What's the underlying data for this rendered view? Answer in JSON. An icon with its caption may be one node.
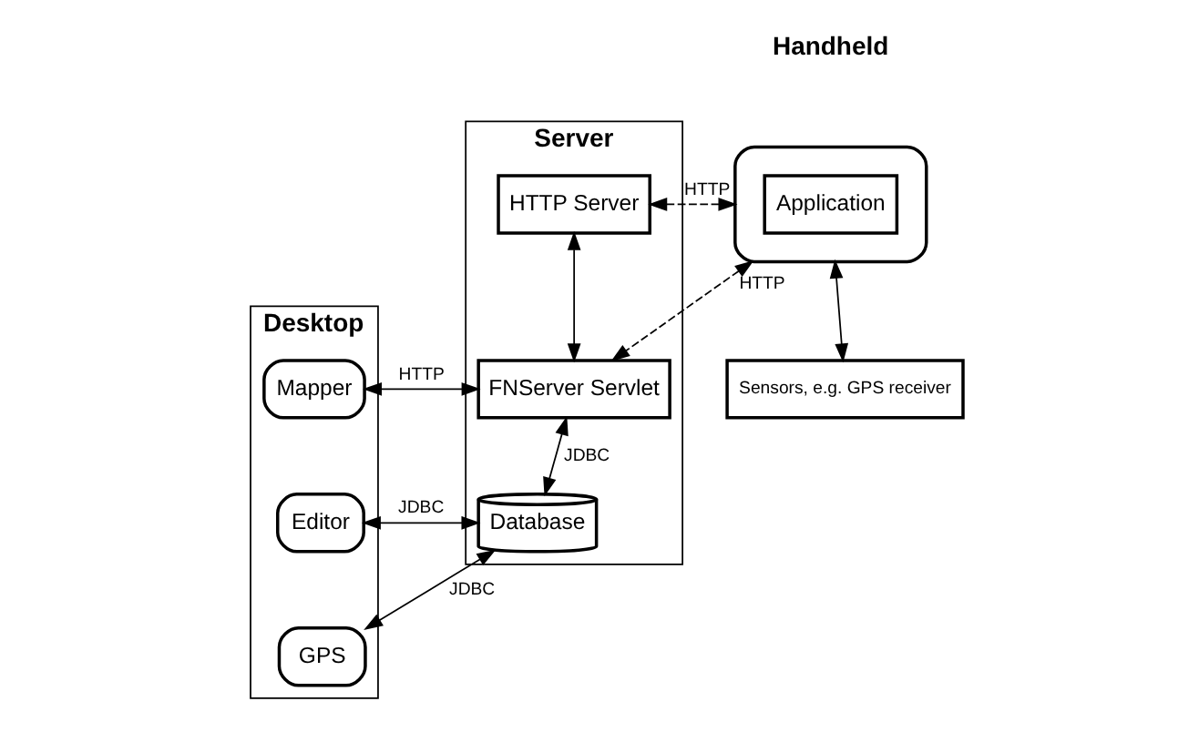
{
  "diagram": {
    "nodes": [
      {
        "text": [],
        "shape": "box"
      },
      {
        "text": [
          "Application"
        ],
        "in": 0
      },
      {
        "text": [
          "Sensors, e.g. GPS receiver"
        ]
      },
      {
        "text": [
          "Server"
        ]
      },
      {
        "text": [
          "HTTP Server"
        ],
        "in": 3
      },
      {
        "text": [
          "FNServer Servlet"
        ],
        "in": 3
      },
      {
        "text": [
          "Database"
        ],
        "in": 3
      },
      {
        "text": [
          "Desktop"
        ]
      },
      {
        "text": [
          "Mapper"
        ],
        "in": 7
      },
      {
        "text": [
          "Editor"
        ],
        "in": 7
      },
      {
        "text": [
          "GPS"
        ],
        "in": 7
      }
    ],
    "edges": [
      {
        "from": 0,
        "to": 4,
        "arrow": "both",
        "label": "HTTP",
        "style": "dashed"
      },
      {
        "from": 0,
        "to": 5,
        "arrow": "both",
        "label": "HTTP",
        "style": "dashed"
      },
      {
        "from": 0,
        "to": 2,
        "arrow": "both"
      },
      {
        "from": 4,
        "to": 5,
        "arrow": "both"
      },
      {
        "from": 5,
        "to": 8,
        "arrow": "both",
        "label": "HTTP"
      },
      {
        "from": 5,
        "to": 6,
        "arrow": "both",
        "label": "JDBC"
      },
      {
        "from": 6,
        "to": 9,
        "arrow": "both",
        "label": "JDBC"
      },
      {
        "from": 6,
        "to": 10,
        "arrow": "both",
        "label": "JDBC"
      }
    ],
    "labels": [
      "Handheld"
    ]
  }
}
